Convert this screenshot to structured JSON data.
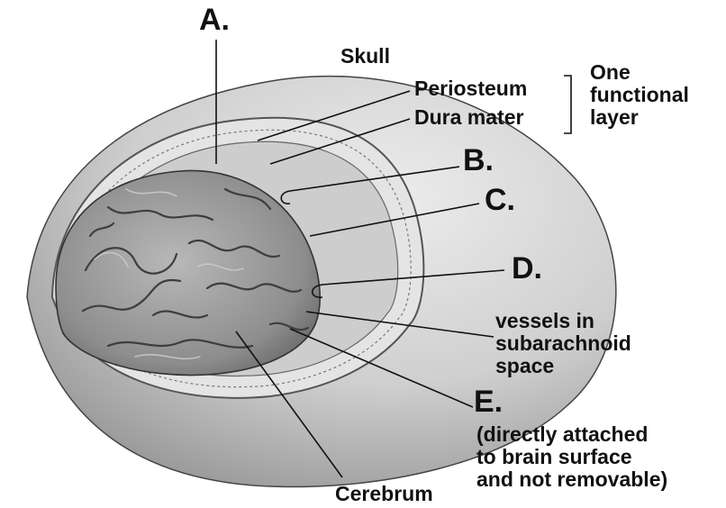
{
  "labels": {
    "a": "A.",
    "b": "B.",
    "c": "C.",
    "d": "D.",
    "e": "E.",
    "skull": "Skull",
    "periosteum": "Periosteum",
    "dura_mater": "Dura mater",
    "one_functional_layer": [
      "One",
      "functional",
      "layer"
    ],
    "vessels": [
      "vessels in",
      "subarachnoid",
      "space"
    ],
    "e_note": [
      "(directly attached",
      "to brain surface",
      "and not removable)"
    ],
    "cerebrum": "Cerebrum"
  },
  "colors": {
    "ink": "#111111",
    "skull": "#d9d9d9",
    "skull_shadow": "#a8a8a8",
    "dura": "#c4c4c4",
    "brain": "#8f8f8f",
    "brain_light": "#b5b5b5",
    "sulcus": "#3e3e3e"
  }
}
